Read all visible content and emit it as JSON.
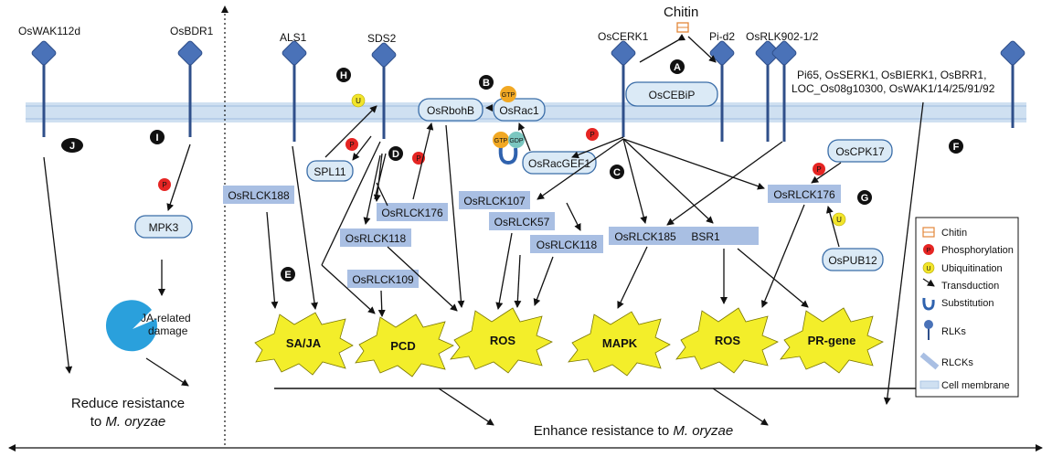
{
  "chitin": {
    "label": "Chitin"
  },
  "receptors": {
    "oswak112d": "OsWAK112d",
    "osbdr1": "OsBDR1",
    "als1": "ALS1",
    "sds2": "SDS2",
    "oscerk1": "OsCERK1",
    "pid2": "Pi-d2",
    "osrlk902": "OsRLK902-1/2",
    "others": "Pi65, OsSERK1, OsBIERK1, OsBRR1,",
    "others2": "LOC_Os08g10300, OsWAK1/14/25/91/92"
  },
  "letters": [
    "A",
    "B",
    "C",
    "D",
    "E",
    "F",
    "G",
    "H",
    "I",
    "J"
  ],
  "boxes": {
    "osrlck188": "OsRLCK188",
    "osrlck176a": "OsRLCK176",
    "osrlck118a": "OsRLCK118",
    "osrlck109": "OsRLCK109",
    "osrlck107": "OsRLCK107",
    "osrlck57": "OsRLCK57",
    "osrlck118b": "OsRLCK118",
    "osrlck185": "OsRLCK185",
    "bsr1": "BSR1",
    "osrlck176b": "OsRLCK176"
  },
  "ovals": {
    "oscebip": "OsCEBiP",
    "osrbohb": "OsRbohB",
    "osrac1": "OsRac1",
    "osracgef1": "OsRacGEF1",
    "spl11": "SPL11",
    "mpk3": "MPK3",
    "oscpk17": "OsCPK17",
    "ospub12": "OsPUB12"
  },
  "small_labels": {
    "gtp": "GTP",
    "gdp": "GDP",
    "p": "P",
    "u": "U"
  },
  "outputs": {
    "sa_ja": "SA/JA",
    "pcd": "PCD",
    "ros1": "ROS",
    "mapk": "MAPK",
    "ros2": "ROS",
    "pr_gene": "PR-gene"
  },
  "ja_damage": {
    "line1": "JA-related",
    "line2": "damage"
  },
  "reduce": {
    "line1": "Reduce resistance",
    "line2_prefix": "to ",
    "line2_italic": "M. oryzae"
  },
  "enhance": {
    "prefix": "Enhance resistance to ",
    "italic": "M. oryzae"
  },
  "legend": {
    "chitin": "Chitin",
    "phosphorylation": "Phosphorylation",
    "ubiquitination": "Ubiquitination",
    "transduction": "Transduction",
    "substitution": "Substitution",
    "rlks": "RLKs",
    "rlcks": "RLCKs",
    "membrane": "Cell membrane"
  },
  "colors": {
    "receptor": "#4a72b8",
    "box": "#a9bfe3",
    "oval": "#dbeaf6",
    "burst": "#f3ee2a",
    "phospho": "#e52523",
    "ubiq": "#f2e52b",
    "membrane": "#cfe0f1",
    "pie": "#2aa0dc"
  }
}
